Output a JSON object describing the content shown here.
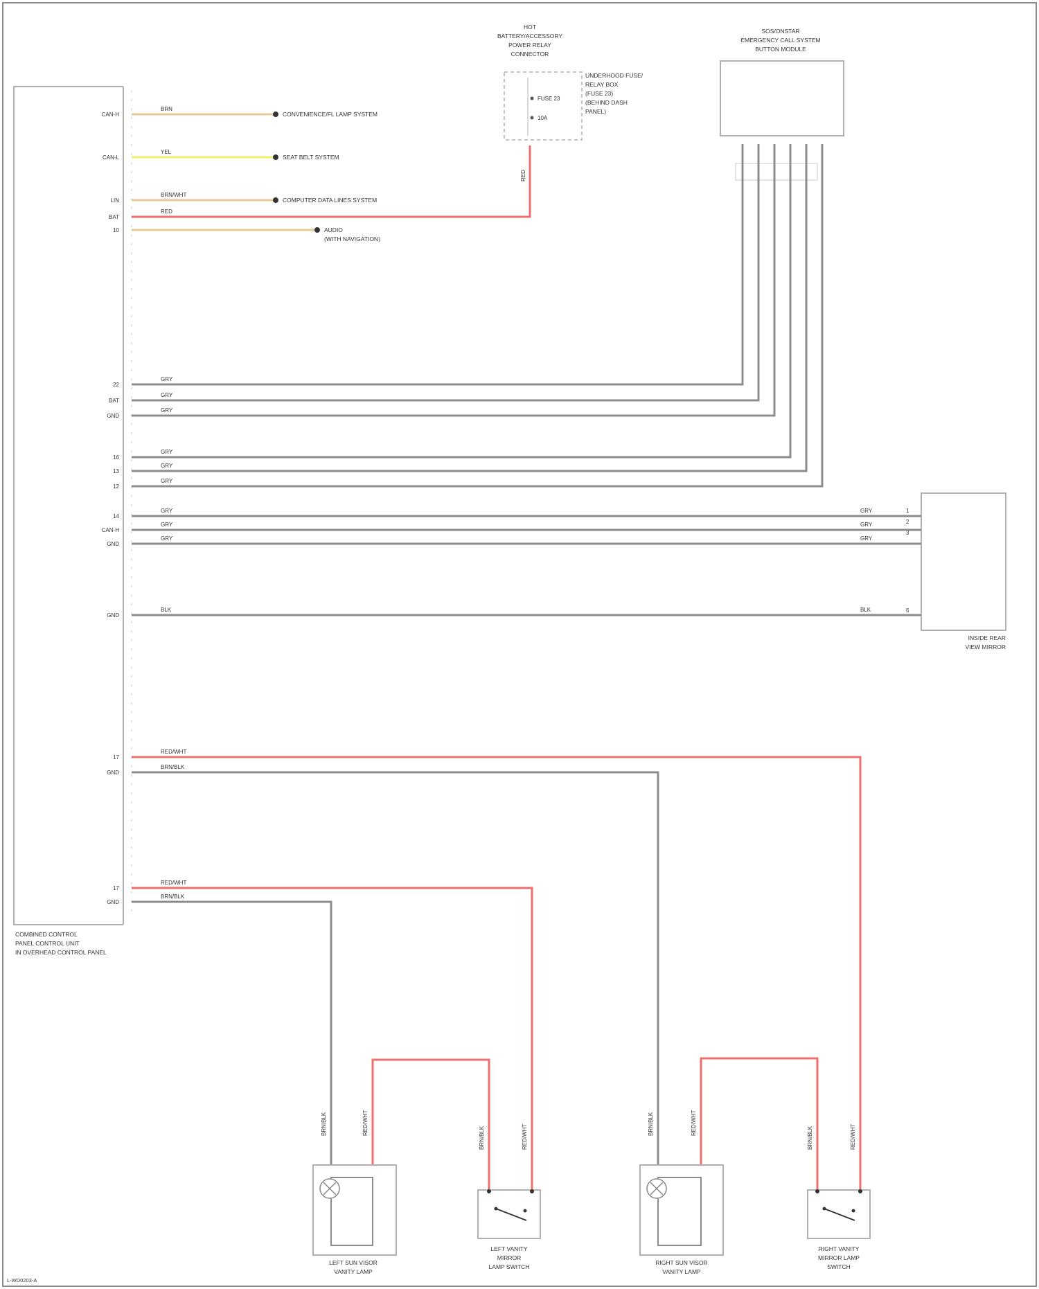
{
  "colors": {
    "border": "#8a8a8a",
    "red": "#ef6f6f",
    "gray": "#8c8c8c",
    "yellow": "#f2f06a",
    "tan": "#e8c896",
    "text": "#333333"
  },
  "components": {
    "fuse_box": {
      "title": [
        "HOT",
        "BATTERY/ACCESSORY",
        "POWER RELAY",
        "CONNECTOR"
      ],
      "desc": [
        "UNDERHOOD FUSE/",
        "RELAY BOX",
        "(FUSE 23)",
        "(BEHIND DASH",
        "PANEL)"
      ],
      "fuse": "FUSE 23",
      "amps": "10A"
    },
    "emergency_call": {
      "title": [
        "SOS/ONSTAR",
        "EMERGENCY CALL SYSTEM",
        "BUTTON MODULE"
      ]
    },
    "combined_control": {
      "label": [
        "COMBINED CONTROL",
        "PANEL CONTROL UNIT",
        "IN OVERHEAD CONTROL PANEL"
      ]
    },
    "rear_view_mirror": {
      "label": [
        "INSIDE REAR",
        "VIEW MIRROR"
      ]
    },
    "left_dome_lamp": {
      "label": [
        "LEFT SUN VISOR",
        "VANITY LAMP"
      ]
    },
    "left_switch": {
      "label": [
        "LEFT VANITY",
        "MIRROR",
        "LAMP SWITCH"
      ]
    },
    "right_dome_lamp": {
      "label": [
        "RIGHT SUN VISOR",
        "VANITY LAMP"
      ]
    },
    "right_switch": {
      "label": [
        "RIGHT VANITY",
        "MIRROR LAMP",
        "SWITCH"
      ]
    }
  },
  "pins": {
    "p1": "CAN-H",
    "p2": "CAN-L",
    "p3": "LIN",
    "p4": "BAT",
    "p5": "10",
    "p6": "22",
    "p7": "BAT",
    "p8": "GND",
    "p9": "16",
    "p10": "13",
    "p11": "12",
    "p12": "14",
    "p13": "CAN-H",
    "p14": "GND",
    "p15": "GND",
    "p16": "17",
    "p17": "GND",
    "p18": "17",
    "p19": "GND"
  },
  "wire_labels": {
    "w1": "BRN",
    "w2": "YEL",
    "w3": "BRN/WHT",
    "w4": "RED",
    "w5": "GRY",
    "w6": "GRY",
    "w7": "GRY",
    "w8": "GRY",
    "w9": "GRY",
    "w10": "GRY",
    "w11": "GRY",
    "w12": "GRY",
    "w13": "GRY",
    "w14": "GRY",
    "w15": "BLK",
    "w16": "RED/WHT",
    "w17": "BRN/BLK",
    "w18": "RED/WHT",
    "w19": "BRN/BLK",
    "w20": "RED",
    "v1": "BRN/BLK",
    "v2": "RED/WHT",
    "v3": "BRN/BLK",
    "v4": "RED/WHT",
    "v5": "BRN/BLK",
    "v6": "RED/WHT",
    "v7": "BRN/BLK",
    "v8": "RED/WHT",
    "m1": "GRY",
    "m2": "GRY",
    "m3": "GRY",
    "m4": "BLK"
  },
  "destinations": {
    "d1": "CONVENIENCE/FL LAMP SYSTEM",
    "d2": "SEAT BELT SYSTEM",
    "d3": "COMPUTER DATA LINES SYSTEM",
    "d4": "AUDIO",
    "d5": "(WITH NAVIGATION)"
  },
  "footer": "L-WD0203-A"
}
